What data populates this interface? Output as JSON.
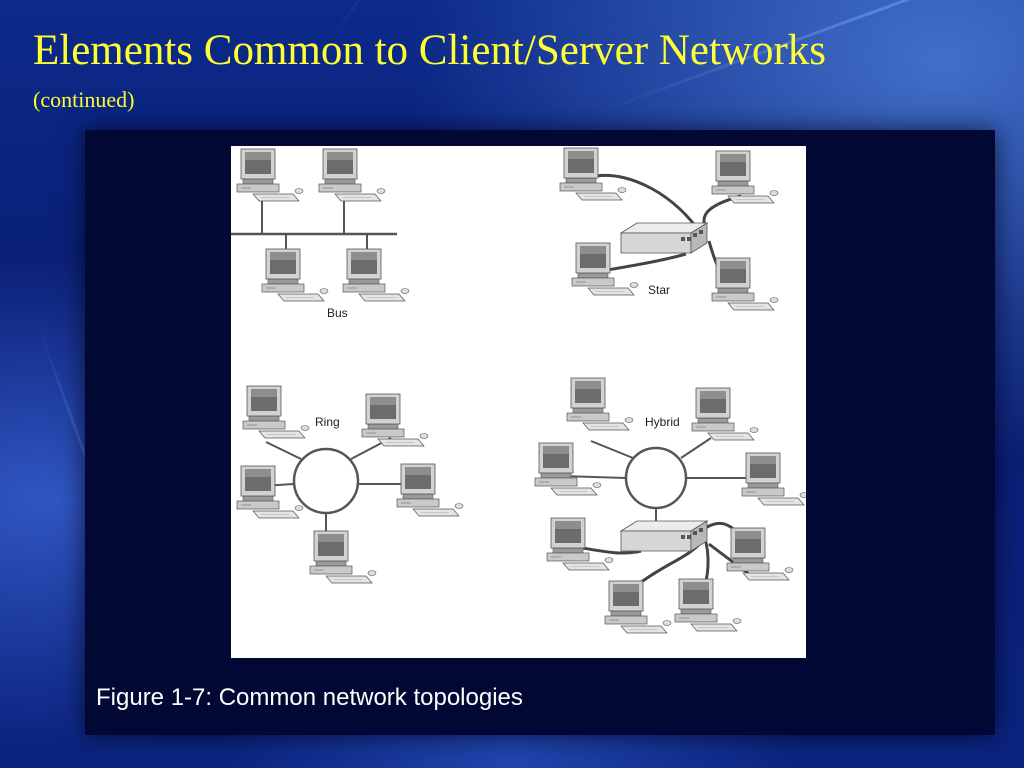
{
  "slide": {
    "title": "Elements Common to Client/Server Networks",
    "subtitle": "(continued)",
    "caption": "Figure 1-7: Common network topologies"
  },
  "topologies": {
    "bus": "Bus",
    "star": "Star",
    "ring": "Ring",
    "hybrid": "Hybrid"
  },
  "colors": {
    "title": "#ffff33",
    "caption": "#ffffff",
    "background": "#0a1a66"
  }
}
